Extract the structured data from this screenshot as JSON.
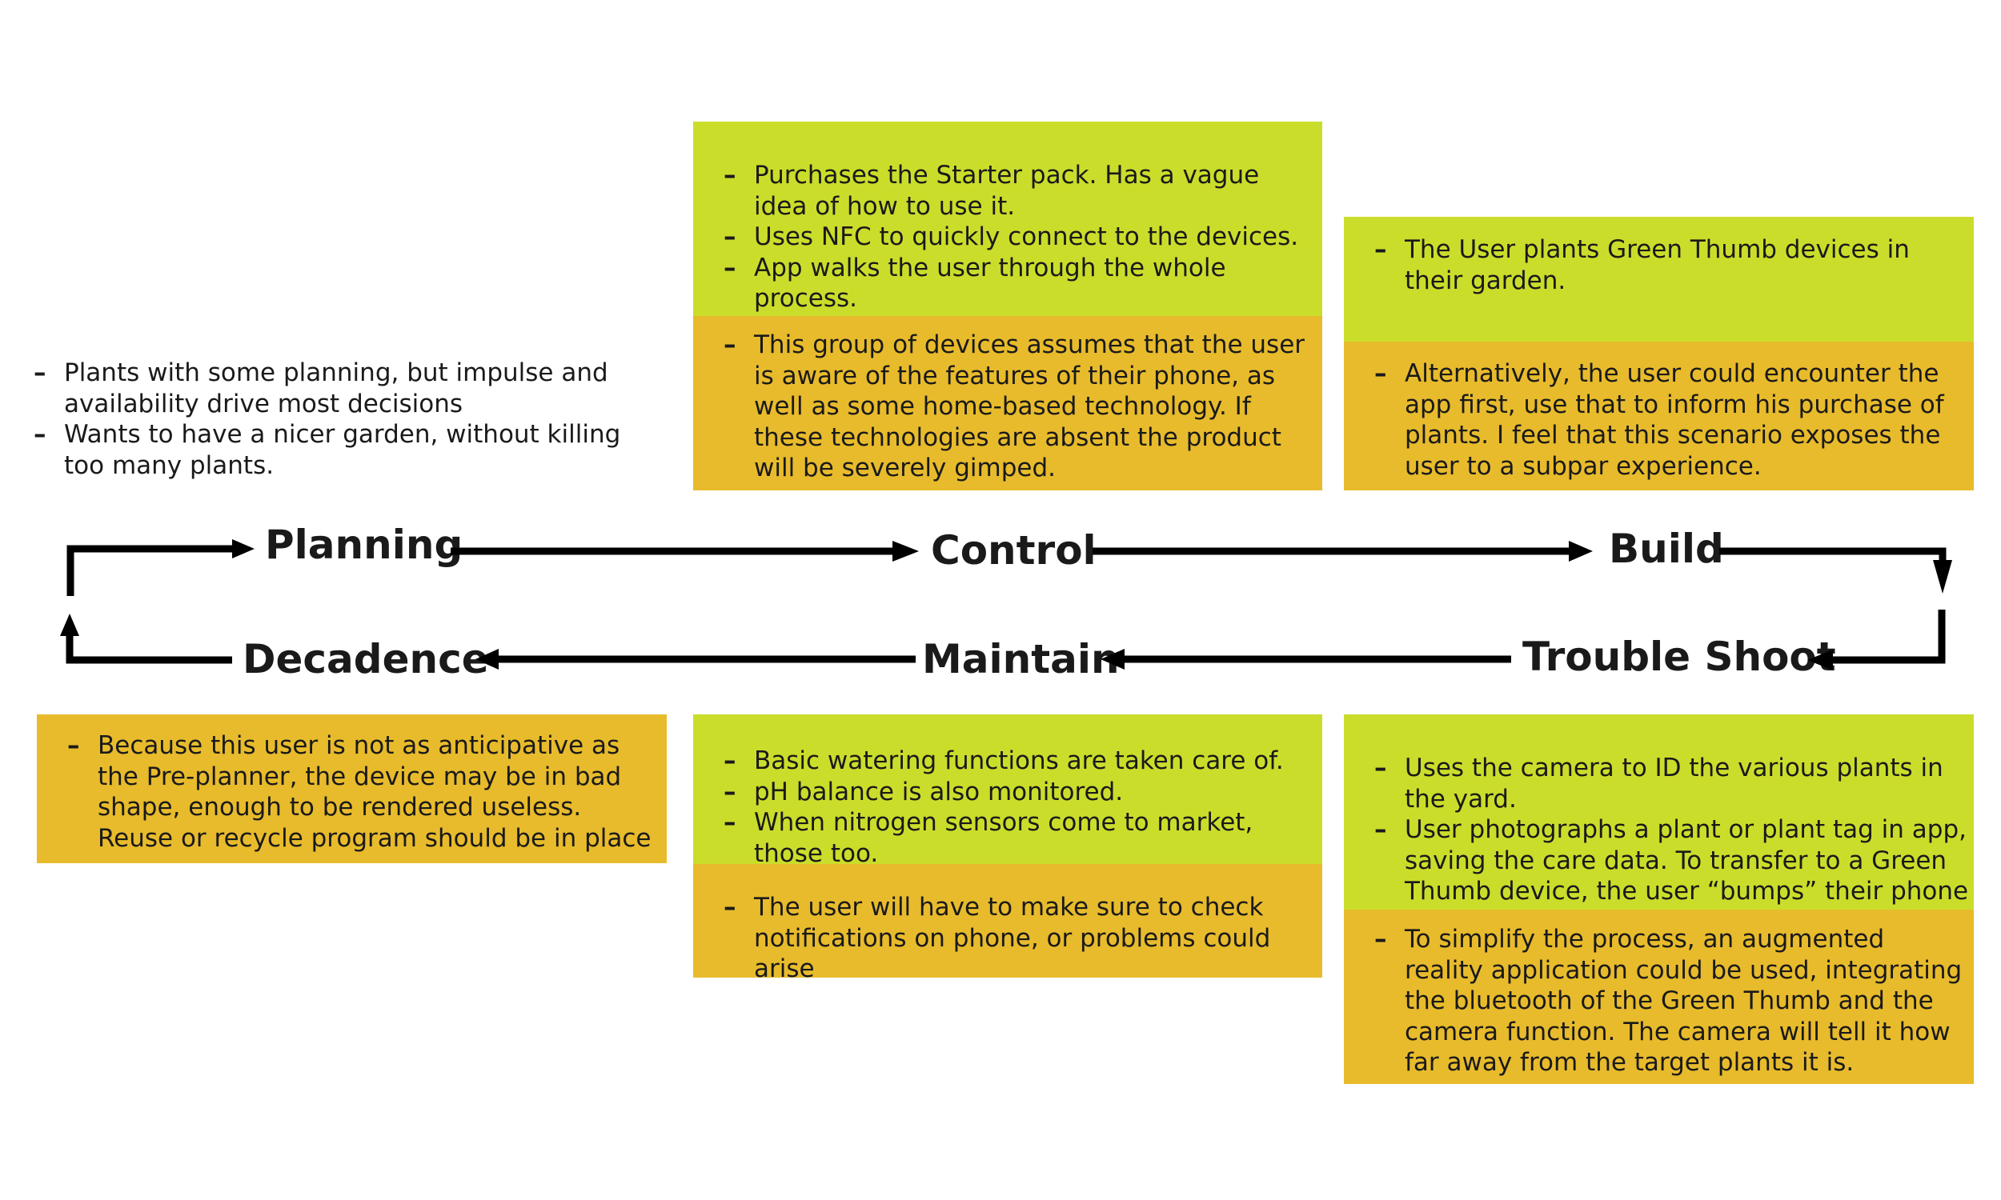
{
  "stages": {
    "planning": "Planning",
    "control": "Control",
    "build": "Build",
    "troubleshoot": "Trouble Shoot",
    "maintain": "Maintain",
    "decadence": "Decadence"
  },
  "planning_notes": [
    "Plants with some planning, but impulse and availability drive most decisions",
    "Wants to have a nicer garden, without killing too many plants."
  ],
  "control": {
    "green": [
      "Purchases the Starter pack. Has a vague idea of how to use it.",
      "Uses NFC to quickly connect to the devices.",
      "App walks the user through the whole process."
    ],
    "amber": [
      "This group of devices assumes that the user is aware of the features of their phone, as well as some home-based technology. If these technologies are absent the product will be severely gimped."
    ]
  },
  "build": {
    "green": [
      "The User plants Green Thumb devices in their garden."
    ],
    "amber": [
      "Alternatively, the user could encounter the app first, use that to inform his purchase of plants. I feel that this scenario exposes the user to a subpar experience."
    ]
  },
  "decadence": {
    "amber": [
      "Because this user is not as anticipative as the Pre-planner, the device may be in bad shape, enough to be rendered useless.  Reuse or recycle program should be in place"
    ]
  },
  "maintain": {
    "green": [
      "Basic watering functions are taken care of.",
      "pH balance is also monitored.",
      "When nitrogen sensors come to market, those too."
    ],
    "amber": [
      "The user will have to make sure to check notifications on phone, or problems could arise"
    ]
  },
  "troubleshoot": {
    "green": [
      "Uses the camera to ID the various plants in the yard.",
      "User photographs a plant or plant tag in app, saving the care data. To transfer to a Green Thumb device, the user “bumps” their phone to it."
    ],
    "amber": [
      "To simplify the process, an augmented reality application could be used, integrating the bluetooth of the Green Thumb and the camera function. The camera will tell it how far away from the target plants it is."
    ]
  },
  "colors": {
    "green_box": "#cbdd2b",
    "amber_box": "#e8bb2c",
    "arrow": "#000000"
  }
}
